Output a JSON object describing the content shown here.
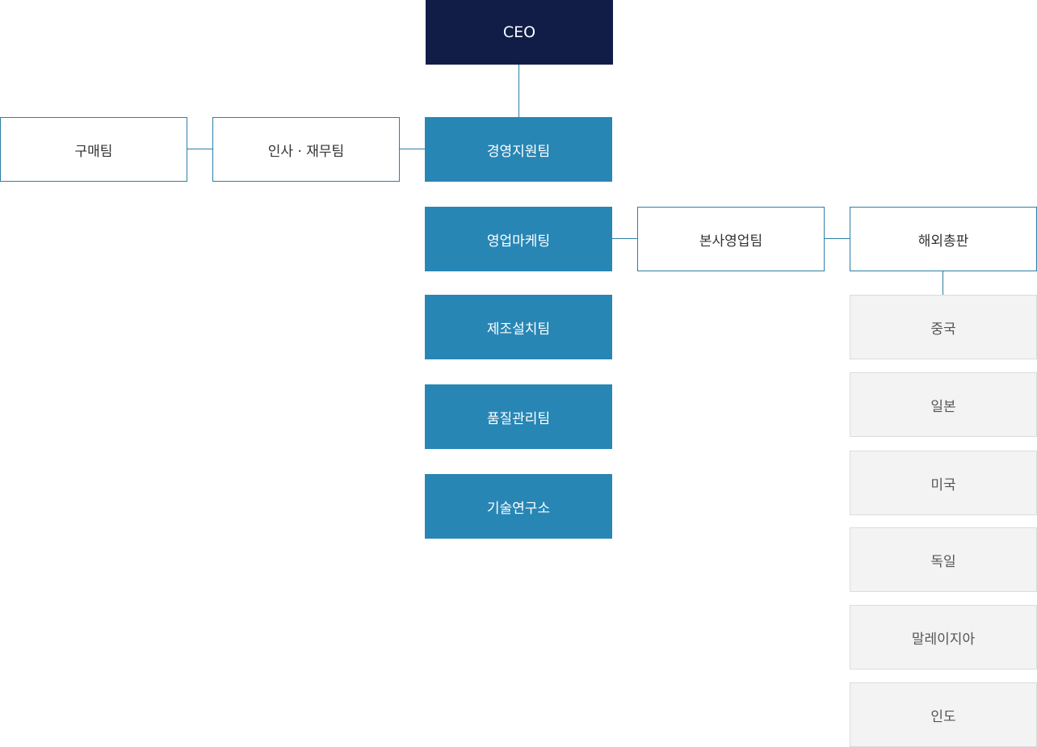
{
  "ceo": {
    "label": "CEO"
  },
  "departments": {
    "management_support": "경영지원팀",
    "sales_marketing": "영업마케팅",
    "manufacturing_install": "제조설치팀",
    "quality_control": "품질관리팀",
    "research_lab": "기술연구소"
  },
  "support_teams": {
    "purchasing": "구매팀",
    "hr_finance": "인사 · 재무팀"
  },
  "sales_teams": {
    "hq_sales": "본사영업팀",
    "overseas_distributors": "해외총판"
  },
  "countries": [
    "중국",
    "일본",
    "미국",
    "독일",
    "말레이지아",
    "인도"
  ],
  "colors": {
    "ceo_bg": "#111d47",
    "dept_bg": "#2886b5",
    "outline_border": "#2e7ea6",
    "country_bg": "#f3f3f3"
  }
}
